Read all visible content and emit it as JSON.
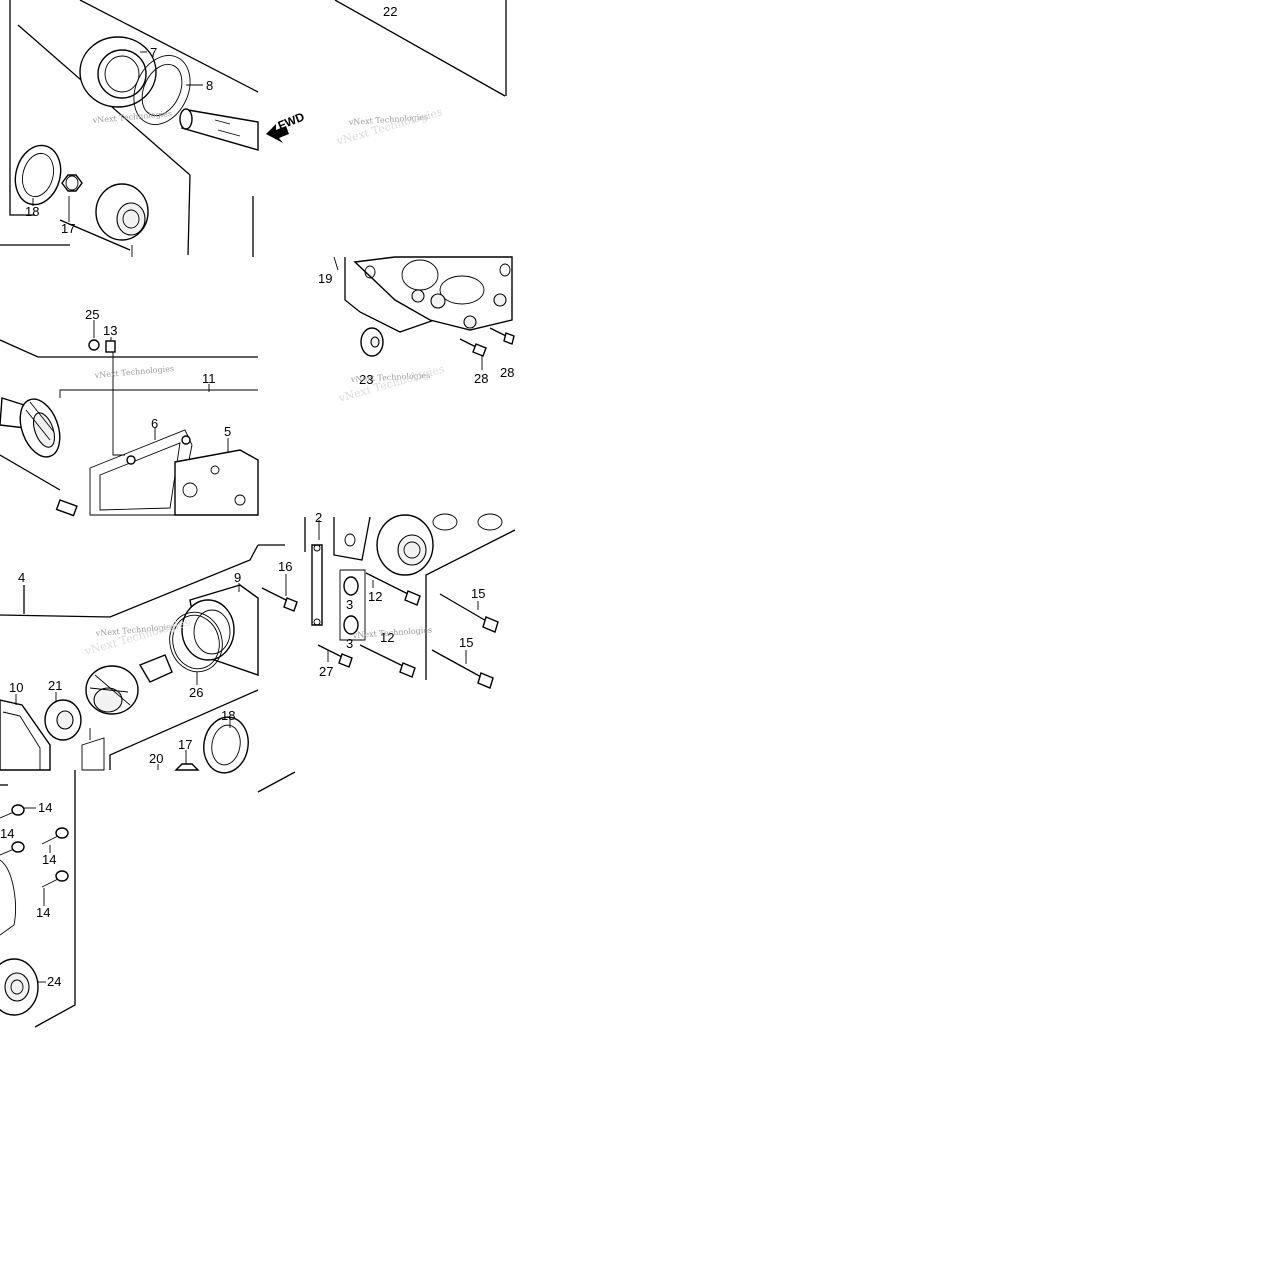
{
  "diagram": {
    "callouts": [
      "7",
      "8",
      "22",
      "18",
      "17",
      "19",
      "25",
      "13",
      "11",
      "6",
      "5",
      "28",
      "28",
      "23",
      "4",
      "9",
      "16",
      "2",
      "3",
      "12",
      "15",
      "21",
      "10",
      "26",
      "27",
      "3",
      "12",
      "15",
      "18",
      "17",
      "20",
      "14",
      "14",
      "14",
      "14",
      "24"
    ],
    "fwd_label": "FWD",
    "watermark": "vNext Technologies"
  }
}
